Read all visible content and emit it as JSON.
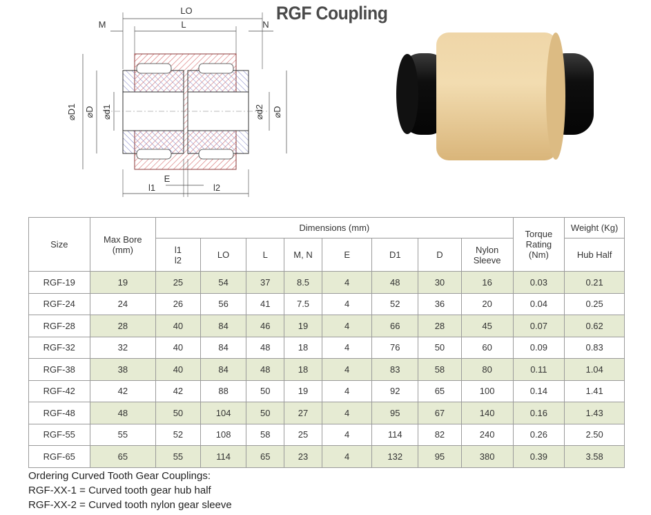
{
  "title": "RGF Coupling",
  "diagram": {
    "labels": {
      "lo": "LO",
      "l": "L",
      "m": "M",
      "n": "N",
      "d1": "⌀D1",
      "d_left": "⌀D",
      "d1_bore": "⌀d1",
      "d2_bore": "⌀d2",
      "d_right": "⌀D",
      "e": "E",
      "l1": "l1",
      "l2": "l2"
    }
  },
  "photo": {
    "description_icon": "coupling-photo"
  },
  "table": {
    "headers": {
      "size": "Size",
      "max_bore": "Max Bore\n(mm)",
      "dimensions": "Dimensions (mm)",
      "torque": "Torque\nRating\n(Nm)",
      "weight": "Weight (Kg)",
      "l1l2_a": "l1",
      "l1l2_b": "l2",
      "lo": "LO",
      "l": "L",
      "mn": "M, N",
      "e": "E",
      "d1": "D1",
      "d": "D",
      "nylon": "Nylon\nSleeve",
      "hub": "Hub Half"
    },
    "rows": [
      [
        "RGF-19",
        "19",
        "25",
        "54",
        "37",
        "8.5",
        "4",
        "48",
        "30",
        "16",
        "0.03",
        "0.21"
      ],
      [
        "RGF-24",
        "24",
        "26",
        "56",
        "41",
        "7.5",
        "4",
        "52",
        "36",
        "20",
        "0.04",
        "0.25"
      ],
      [
        "RGF-28",
        "28",
        "40",
        "84",
        "46",
        "19",
        "4",
        "66",
        "28",
        "45",
        "0.07",
        "0.62"
      ],
      [
        "RGF-32",
        "32",
        "40",
        "84",
        "48",
        "18",
        "4",
        "76",
        "50",
        "60",
        "0.09",
        "0.83"
      ],
      [
        "RGF-38",
        "38",
        "40",
        "84",
        "48",
        "18",
        "4",
        "83",
        "58",
        "80",
        "0.11",
        "1.04"
      ],
      [
        "RGF-42",
        "42",
        "42",
        "88",
        "50",
        "19",
        "4",
        "92",
        "65",
        "100",
        "0.14",
        "1.41"
      ],
      [
        "RGF-48",
        "48",
        "50",
        "104",
        "50",
        "27",
        "4",
        "95",
        "67",
        "140",
        "0.16",
        "1.43"
      ],
      [
        "RGF-55",
        "55",
        "52",
        "108",
        "58",
        "25",
        "4",
        "114",
        "82",
        "240",
        "0.26",
        "2.50"
      ],
      [
        "RGF-65",
        "65",
        "55",
        "114",
        "65",
        "23",
        "4",
        "132",
        "95",
        "380",
        "0.39",
        "3.58"
      ]
    ]
  },
  "notes": {
    "heading": "Ordering Curved Tooth Gear Couplings:",
    "line1": "RGF-XX-1 = Curved tooth gear hub half",
    "line2": "RGF-XX-2 = Curved tooth nylon gear sleeve"
  },
  "colors": {
    "shade": "#e6ebd3",
    "sleeve_hatch": "#d46a6a",
    "hub_hatch": "#7b7fc4",
    "nylon": "#e8cfa0",
    "hub_black": "#151515"
  }
}
